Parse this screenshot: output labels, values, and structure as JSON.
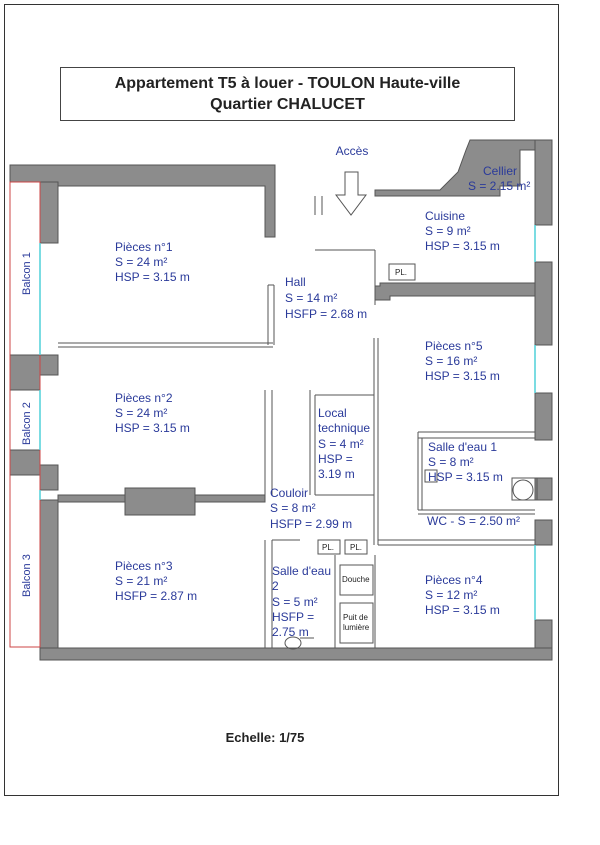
{
  "title": {
    "line1": "Appartement T5 à louer - TOULON Haute-ville",
    "line2": "Quartier CHALUCET"
  },
  "access_label": "Accès",
  "rooms": {
    "piece1": [
      "Pièces n°1",
      "S = 24 m²",
      "HSP = 3.15 m"
    ],
    "piece2": [
      "Pièces n°2",
      "S = 24 m²",
      "HSP = 3.15 m"
    ],
    "piece3": [
      "Pièces n°3",
      "S = 21 m²",
      "HSFP = 2.87 m"
    ],
    "piece4": [
      "Pièces n°4",
      "S = 12 m²",
      "HSP = 3.15 m"
    ],
    "piece5": [
      "Pièces n°5",
      "S = 16 m²",
      "HSP = 3.15 m"
    ],
    "hall": [
      "Hall",
      "S = 14 m²",
      "HSFP = 2.68 m"
    ],
    "cuisine": [
      "Cuisine",
      "S = 9 m²",
      "HSP = 3.15 m"
    ],
    "cellier": [
      "Cellier",
      "S = 2.15 m²"
    ],
    "local": [
      "Local",
      "technique",
      "S = 4 m²",
      "HSP =",
      "3.19 m"
    ],
    "couloir": [
      "Couloir",
      "S = 8 m²",
      "HSFP = 2.99 m"
    ],
    "sde1": [
      "Salle d'eau 1",
      "S = 8 m²",
      "HSP = 3.15 m"
    ],
    "wc": "WC - S = 2.50 m²",
    "sde2": [
      "Salle d'eau",
      "2",
      "S = 5 m²",
      "HSFP =",
      "2.75 m"
    ]
  },
  "small_labels": {
    "pl": "PL.",
    "douche": "Douche",
    "puit1": "Puit de",
    "puit2": "lumière"
  },
  "balconies": [
    "Balcon 1",
    "Balcon 2",
    "Balcon 3"
  ],
  "scale": "Echelle: 1/75"
}
